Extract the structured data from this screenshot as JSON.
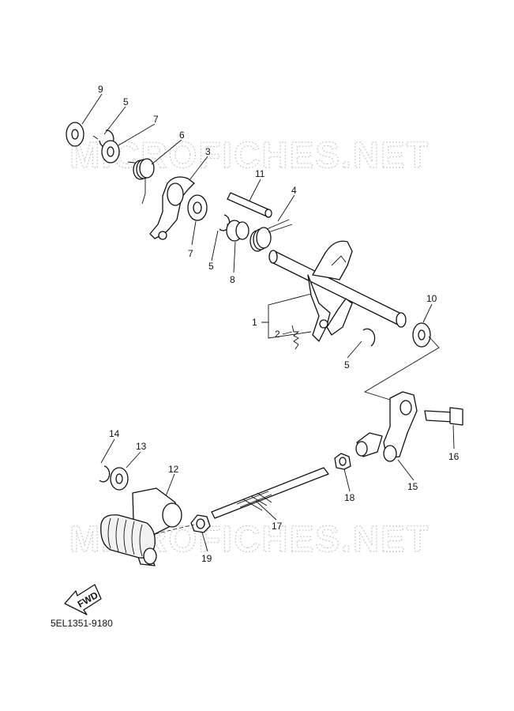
{
  "watermark": {
    "top": "MICROFICHES.NET",
    "bottom": "MICROFICHES.NET"
  },
  "diagram_code": "5EL1351-9180",
  "fwd_label": "FWD",
  "callouts": {
    "c1": "1",
    "c2": "2",
    "c3": "3",
    "c4": "4",
    "c5a": "5",
    "c5b": "5",
    "c5c": "5",
    "c6": "6",
    "c7a": "7",
    "c7b": "7",
    "c8": "8",
    "c9": "9",
    "c10": "10",
    "c11": "11",
    "c12": "12",
    "c13": "13",
    "c14": "14",
    "c15": "15",
    "c16": "16",
    "c17": "17",
    "c18": "18",
    "c19": "19"
  }
}
